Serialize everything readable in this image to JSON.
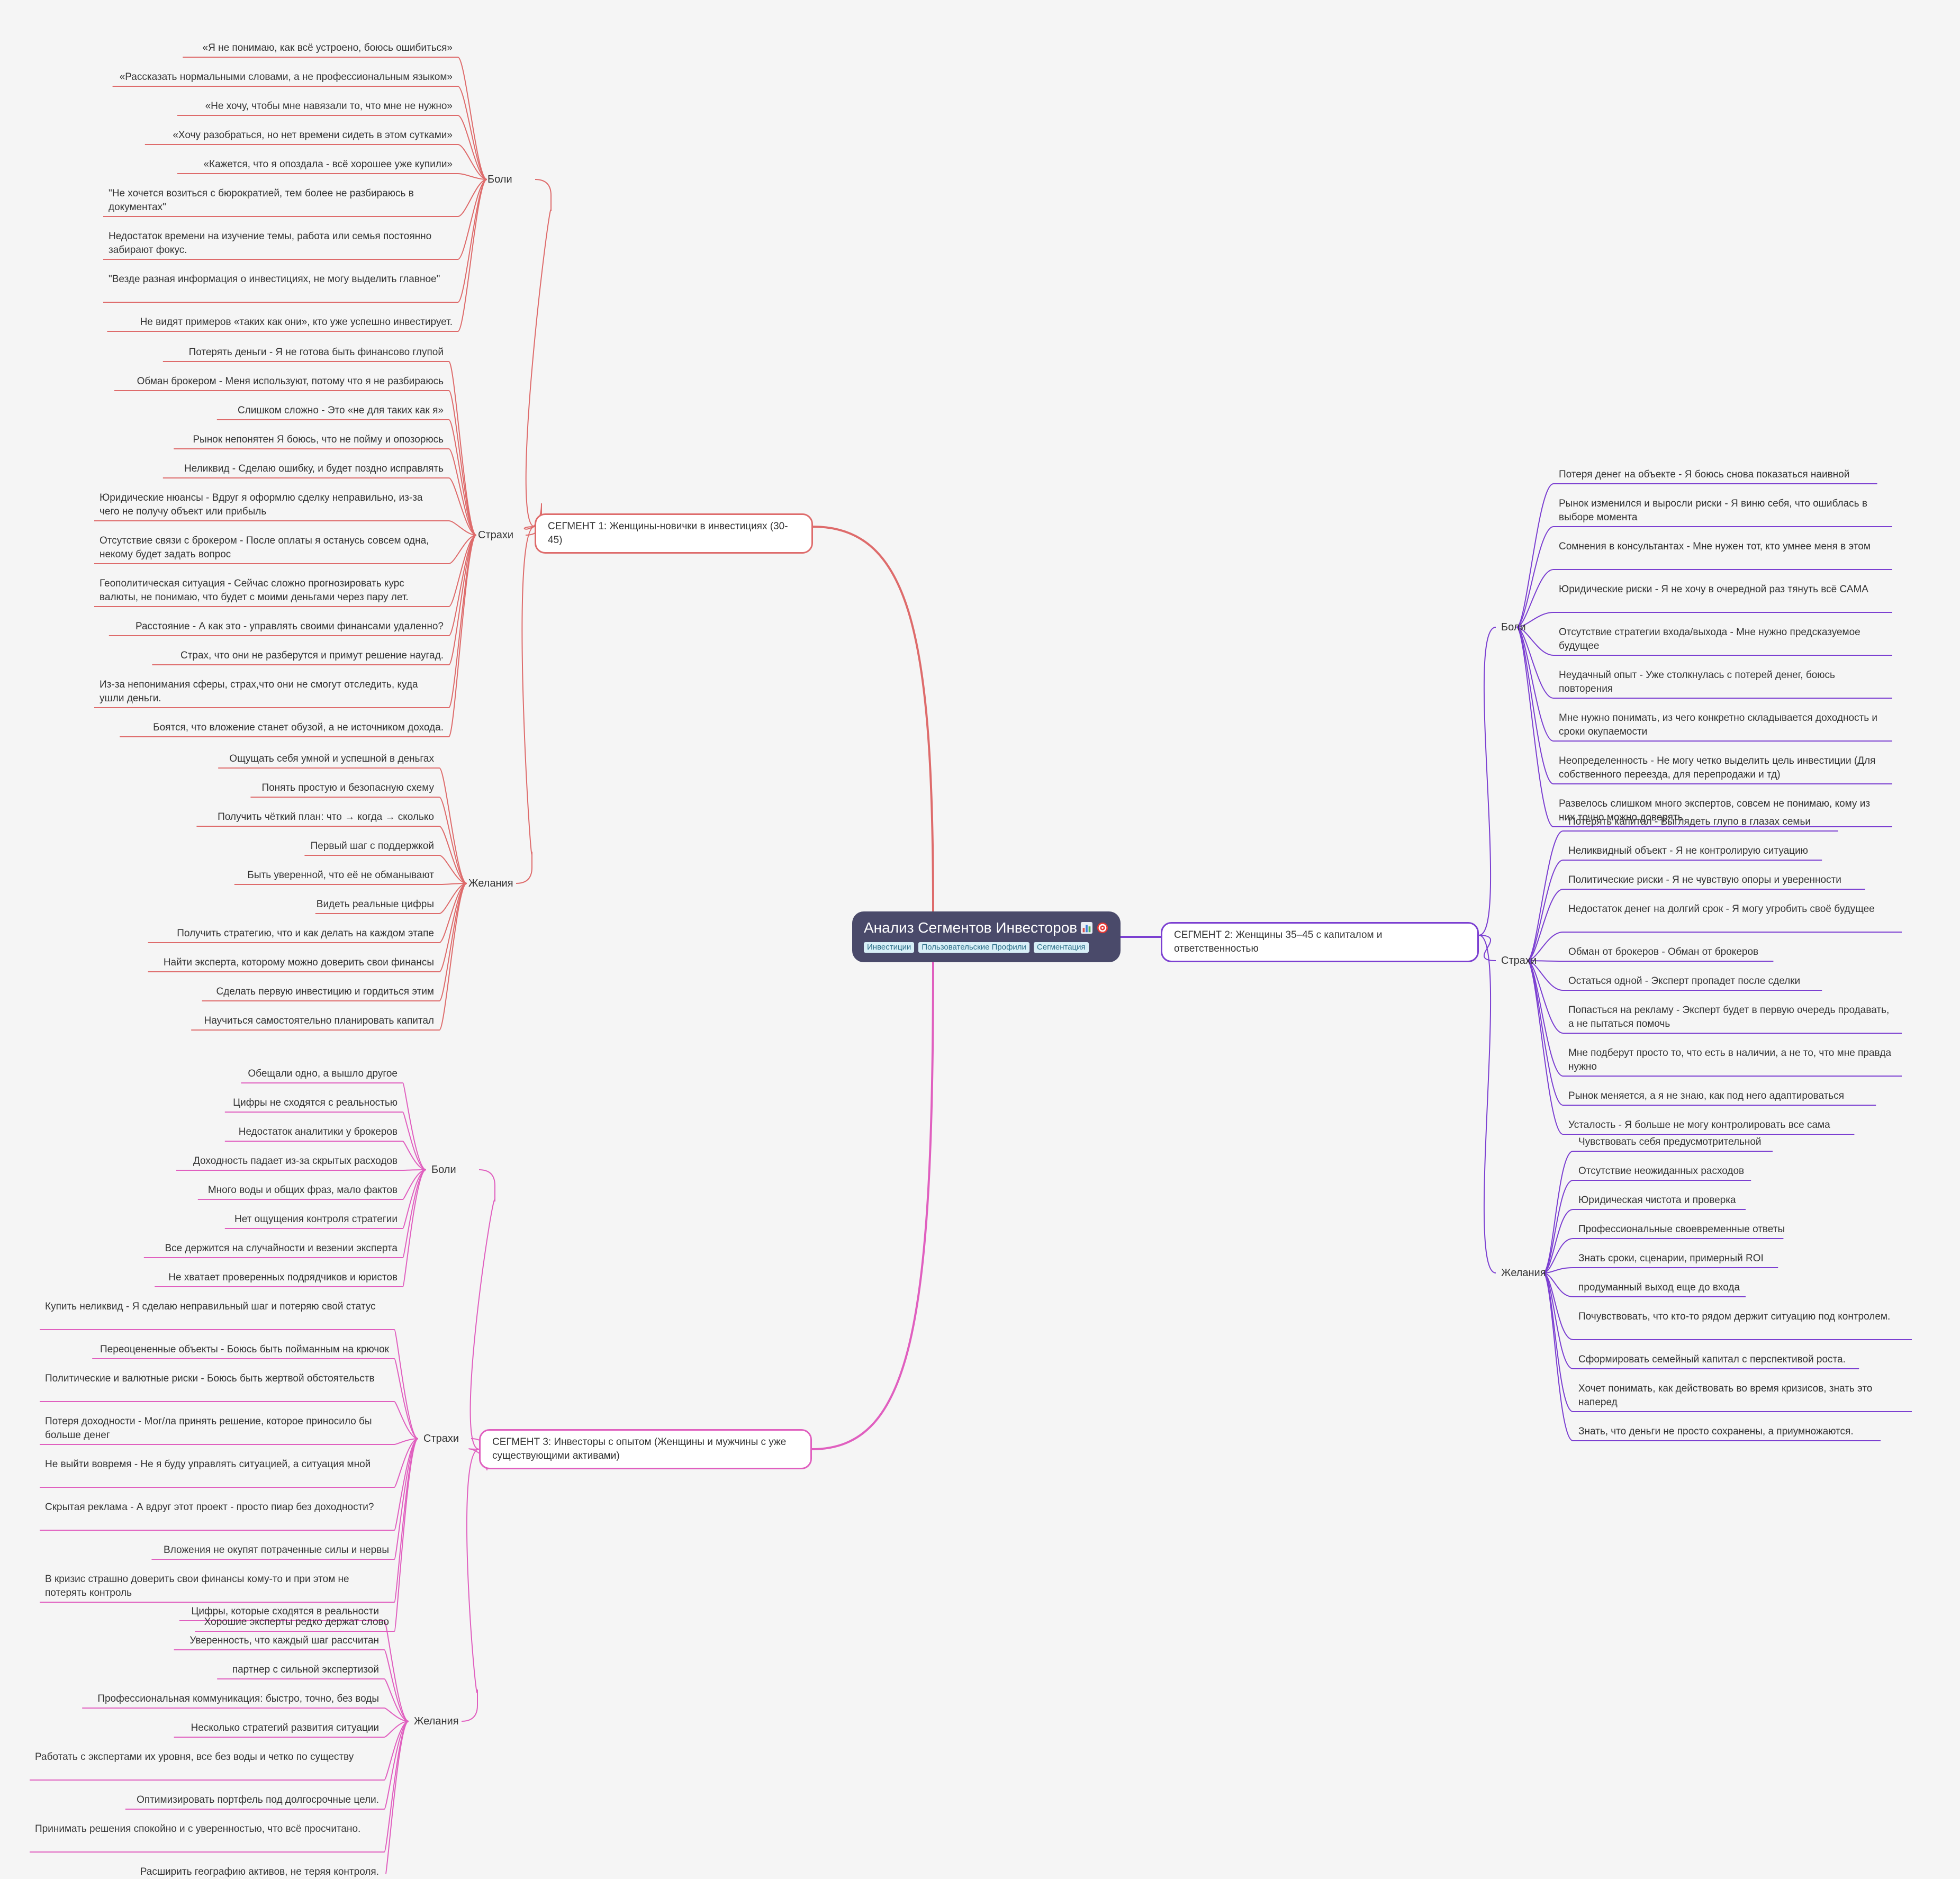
{
  "root": {
    "title": "Анализ Сегментов Инвесторов",
    "icons": [
      "bar-chart-icon",
      "target-icon"
    ],
    "tags": [
      "Инвестиции",
      "Пользовательские Профили",
      "Сегментация"
    ]
  },
  "colors": {
    "segment1": "#de6b6b",
    "segment2": "#7b3fd1",
    "segment3": "#e05fbf",
    "root_bg": "#4a4a6a"
  },
  "segments": [
    {
      "title": "СЕГМЕНТ 1: Женщины-новички в инвестициях (30-45)",
      "categories": [
        {
          "label": "Боли",
          "items": [
            "«Я не понимаю, как всё устроено, боюсь ошибиться»",
            "«Рассказать нормальными словами, а не профессиональным языком»",
            "«Не хочу, чтобы мне навязали то, что мне не нужно»",
            "«Хочу разобраться, но нет времени сидеть в этом сутками»",
            "«Кажется, что я опоздала - всё хорошее уже купили»",
            "\"Не хочется возиться с бюрократией, тем более не разбираюсь в документах\"",
            "Недостаток времени на изучение темы, работа или семья постоянно забирают фокус.",
            "\"Везде разная информация о инвестициях, не могу выделить главное\"",
            "Не видят примеров «таких как они», кто уже успешно инвестирует."
          ]
        },
        {
          "label": "Страхи",
          "items": [
            "Потерять деньги - Я не готова быть финансово глупой",
            "Обман брокером - Меня используют, потому что я не разбираюсь",
            "Слишком сложно - Это «не для таких как я»",
            "Рынок непонятен Я боюсь, что не пойму и опозорюсь",
            "Неликвид - Сделаю ошибку, и будет поздно исправлять",
            "Юридические нюансы - Вдруг я оформлю сделку неправильно, из-за чего не получу объект или прибыль",
            "Отсутствие связи с брокером - После оплаты я останусь совсем одна, некому будет задать вопрос",
            "Геополитическая ситуация - Сейчас сложно прогнозировать курс валюты, не понимаю, что будет с моими деньгами через пару лет.",
            "Расстояние - А как это - управлять своими финансами удаленно?",
            "Страх, что они не разберутся и примут решение наугад.",
            "Из-за непонимания сферы, страх,что они не смогут отследить, куда ушли деньги.",
            "Боятся, что вложение станет обузой, а не источником дохода."
          ]
        },
        {
          "label": "Желания",
          "items": [
            "Ощущать себя умной и успешной в деньгах",
            "Понять простую и безопасную схему",
            "Получить чёткий план: что → когда → сколько",
            "Первый шаг с поддержкой",
            "Быть уверенной, что её не обманывают",
            "Видеть реальные цифры",
            "Получить стратегию, что и как делать на каждом этапе",
            "Найти эксперта, которому можно доверить свои финансы",
            "Сделать первую инвестицию и гордиться этим",
            "Научиться самостоятельно планировать капитал"
          ]
        }
      ]
    },
    {
      "title": "СЕГМЕНТ 2: Женщины 35–45 с капиталом и ответственностью",
      "categories": [
        {
          "label": "Боли",
          "items": [
            "Потеря денег на объекте - Я боюсь снова показаться наивной",
            "Рынок изменился и выросли риски - Я виню себя, что ошиблась в выборе момента",
            "Сомнения в консультантах - Мне нужен тот, кто умнее меня в этом",
            "Юридические риски - Я не хочу в очередной раз тянуть всё САМА",
            "Отсутствие стратегии входа/выхода - Мне нужно предсказуемое будущее",
            "Неудачный опыт - Уже столкнулась с потерей денег, боюсь повторения",
            "Мне нужно понимать, из чего конкретно складывается доходность и сроки окупаемости",
            "Неопределенность - Не могу четко выделить цель инвестиции (Для собственного переезда, для перепродажи и тд)",
            "Развелось слишком много экспертов, совсем не понимаю, кому из них точно можно доверять"
          ]
        },
        {
          "label": "Страхи",
          "items": [
            "Потерять капитал - Выглядеть глупо в глазах семьи",
            "Неликвидный объект - Я не контролирую ситуацию",
            "Политические риски - Я не чувствую опоры и уверенности",
            "Недостаток денег на долгий срок - Я могу угробить своё будущее",
            "Обман от брокеров - Обман от брокеров",
            "Остаться одной - Эксперт пропадет после сделки",
            "Попасться на рекламу - Эксперт будет в первую очередь продавать, а не пытаться помочь",
            "Мне подберут просто то, что есть в наличии, а не то, что мне правда нужно",
            "Рынок меняется, а я не знаю, как под него адаптироваться",
            "Усталость - Я больше не могу контролировать все сама"
          ]
        },
        {
          "label": "Желания",
          "items": [
            "Чувствовать себя предусмотрительной",
            "Отсутствие неожиданных расходов",
            "Юридическая чистота и проверка",
            "Профессиональные своевременные ответы",
            "Знать сроки, сценарии, примерный ROI",
            "продуманный выход еще до входа",
            "Почувствовать, что кто-то рядом держит ситуацию под контролем.",
            "Сформировать семейный капитал с перспективой роста.",
            "Хочет понимать, как действовать во время кризисов, знать это наперед",
            "Знать, что деньги не просто сохранены, а приумножаются."
          ]
        }
      ]
    },
    {
      "title": "СЕГМЕНТ 3: Инвесторы с опытом (Женщины и мужчины с уже существующими активами)",
      "categories": [
        {
          "label": "Боли",
          "items": [
            "Обещали одно, а вышло другое",
            "Цифры не сходятся с реальностью",
            "Недостаток аналитики у брокеров",
            "Доходность падает из-за скрытых расходов",
            "Много воды и общих фраз, мало фактов",
            "Нет ощущения контроля стратегии",
            "Все держится на случайности и везении эксперта",
            "Не хватает проверенных подрядчиков и юристов"
          ]
        },
        {
          "label": "Страхи",
          "items": [
            "Купить неликвид - Я сделаю неправильный шаг и потеряю свой статус",
            "Переоцененные объекты - Боюсь быть пойманным на крючок",
            "Политические и валютные риски - Боюсь быть жертвой обстоятельств",
            "Потеря доходности - Мог/ла принять решение, которое приносило бы больше денег",
            "Не выйти вовремя - Не я буду управлять ситуацией, а ситуация мной",
            "Скрытая реклама - А вдруг этот проект - просто пиар без доходности?",
            "Вложения не окупят потраченные силы и нервы",
            "В кризис страшно доверить свои финансы кому-то и при этом не потерять контроль",
            "Хорошие эксперты редко держат слово"
          ]
        },
        {
          "label": "Желания",
          "items": [
            "Цифры, которые сходятся в реальности",
            "Уверенность, что каждый шаг рассчитан",
            "партнер с сильной экспертизой",
            "Профессиональная коммуникация: быстро, точно, без воды",
            "Несколько стратегий развития ситуации",
            "Работать с экспертами их уровня, все без воды и четко по существу",
            "Оптимизировать портфель под долгосрочные цели.",
            "Принимать решения спокойно и с уверенностью, что всё просчитано.",
            "Расширить географию активов, не теряя контроля."
          ]
        }
      ]
    }
  ]
}
